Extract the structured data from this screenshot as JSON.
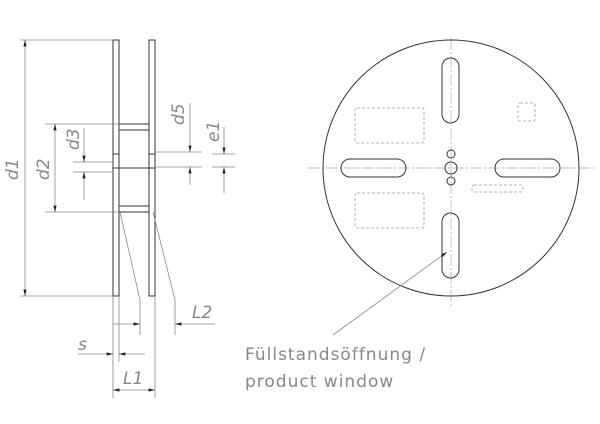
{
  "drawing": {
    "side_view_labels": {
      "d1": "d1",
      "d2": "d2",
      "d3": "d3",
      "d5": "d5",
      "e1": "e1",
      "L2": "L2",
      "s": "s",
      "L1": "L1"
    },
    "note": {
      "line1": "Füllstandsöffnung /",
      "line2": "product window"
    }
  }
}
